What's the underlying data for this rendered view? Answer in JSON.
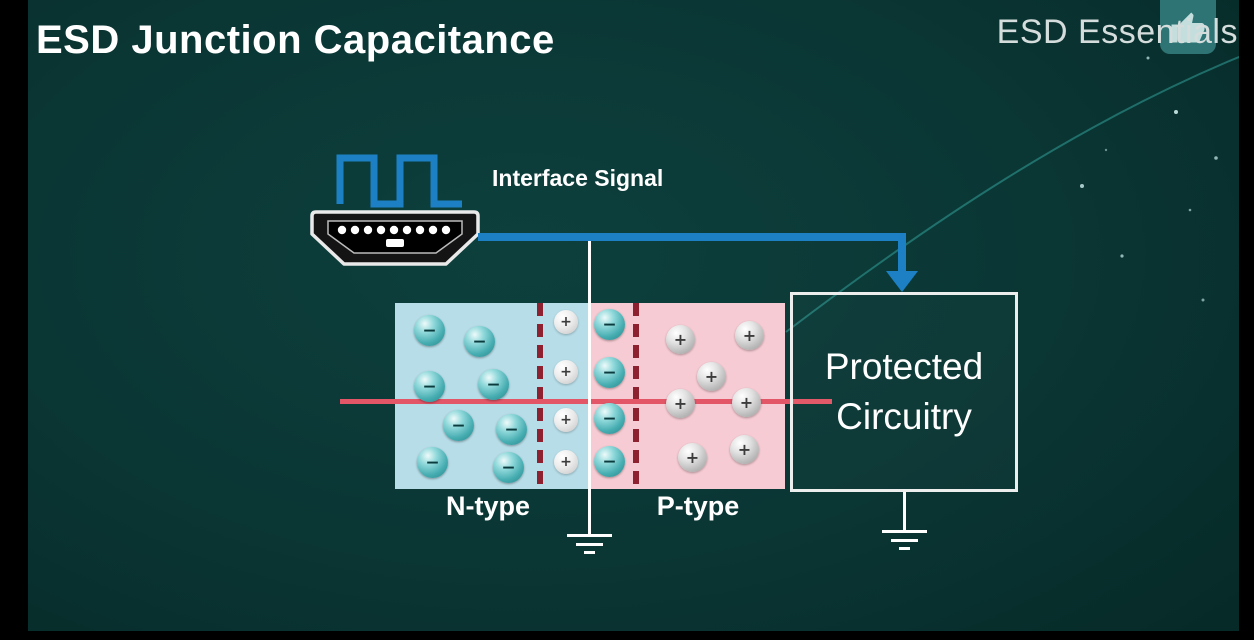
{
  "header": {
    "title": "ESD Junction Capacitance",
    "brand": "ESD Essentials"
  },
  "signal": {
    "label": "Interface Signal"
  },
  "junction": {
    "n_label": "N-type",
    "p_label": "P-type",
    "minus": "−",
    "plus": "+",
    "n_electron_count": 8,
    "depletion_ion_count": 4,
    "depletion_electron_count": 4,
    "p_hole_count": 7
  },
  "protected_box": {
    "line1": "Protected",
    "line2": "Circuitry"
  },
  "colors": {
    "background": "#0a3634",
    "signal_blue": "#1d80c4",
    "junction_wire_red": "#e25668",
    "n_region_fill": "#b7dde8",
    "p_region_fill": "#f6cbd3",
    "depletion_boundary_red": "#8d2130",
    "electron_teal": "#45acb0",
    "hole_gray": "#c9c9c9",
    "ground_white": "#ffffff"
  },
  "icons": {
    "hdmi": "hdmi-connector-icon",
    "square_wave": "square-wave-icon",
    "thumbs_up": "thumbs-up-icon",
    "ground": "ground-symbol-icon",
    "arrow": "arrow-down-icon"
  }
}
